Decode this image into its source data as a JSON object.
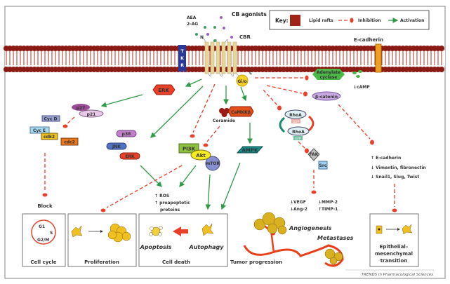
{
  "key": {
    "title": "Key:",
    "lipid_rafts": "Lipid rafts",
    "inhibition": "Inhibition",
    "activation": "Activation"
  },
  "agonists": {
    "title": "CB agonists",
    "aea": "AEA",
    "two_ag": "2-AG",
    "n_term": "N",
    "c_term": "C",
    "cbr": "CBR"
  },
  "membrane": {
    "tkr": [
      "T",
      "K",
      "R"
    ],
    "e_cadherin": "E-cadherin"
  },
  "nodes": {
    "gio": "Gi/o",
    "adenylate_cyclase_1": "Adenylate",
    "adenylate_cyclase_2": "cyclase",
    "camp": "↓cAMP",
    "beta_catenin": "β-catenin",
    "erk_top": "ERK",
    "p27": "p27",
    "p21": "p21",
    "cyc_d": "Cyc D",
    "cyc_e": "Cyc E",
    "cdk2": "cdk2",
    "cdc2": "cdc2",
    "block": "Block",
    "p38": "p38",
    "jnk": "JNK",
    "erk_mid": "ERK",
    "ceramide": "Ceramide",
    "camkk": "CaMKKβ",
    "pi3k": "PI3K",
    "akt": "Akt",
    "mtor": "mTOR",
    "ampk": "AMPK",
    "rhoa": "RhoA",
    "gdp": "GDP",
    "gtp": "GTP",
    "fak": "FAK",
    "src": "Src"
  },
  "effects": {
    "ros": "↑ ROS",
    "proapoptotic_1": "↑ proapoptotic",
    "proapoptotic_2": "proteins",
    "vegf": "↓VEGF",
    "ang2": "↓Ang-2",
    "mmp2": "↓MMP-2",
    "timp1": "↑TIMP-1",
    "ecad_up": "↑ E-cadherin",
    "vimentin": "↓ Vimentin, fibronectin",
    "snail": "↓ Snail1, Slug, Twist"
  },
  "outcomes": {
    "cell_cycle": "Cell cycle",
    "g1": "G1",
    "s": "S",
    "g2m": "G2/M",
    "proliferation": "Proliferation",
    "cell_death": "Cell death",
    "apoptosis": "Apoptosis",
    "autophagy": "Autophagy",
    "tumor_progression": "Tumor progression",
    "angiogenesis": "Angiogenesis",
    "metastases": "Metastases",
    "emt_1": "Epithelial–",
    "emt_2": "mesenchymal",
    "emt_3": "transition"
  },
  "source": "TRENDS in Pharmacological Sciences",
  "colors": {
    "activation": "#2e9a48",
    "inhibition": "#e8402a",
    "membrane": "#8b1a14",
    "raft": "#c8341c"
  }
}
